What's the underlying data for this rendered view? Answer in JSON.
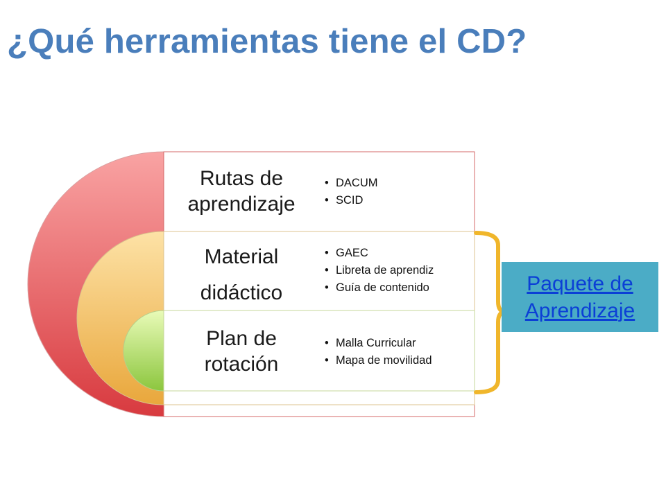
{
  "slide": {
    "title": "¿Qué herramientas tiene el CD?"
  },
  "diagram": {
    "layers": [
      {
        "label_lines": [
          "Rutas de",
          "aprendizaje"
        ],
        "bullets": [
          "DACUM",
          "SCID"
        ],
        "color": "#e0454b"
      },
      {
        "label_lines": [
          "Material",
          "didáctico"
        ],
        "bullets": [
          "GAEC",
          "Libreta de aprendiz",
          "Guía de contenido"
        ],
        "color": "#f0b048"
      },
      {
        "label_lines": [
          "Plan de",
          "rotación"
        ],
        "bullets": [
          "Malla Curricular",
          "Mapa de movilidad"
        ],
        "color": "#a8d84c"
      }
    ],
    "bracket_color": "#f0b62b",
    "package": {
      "lines": [
        "Paquete de",
        "Aprendizaje"
      ],
      "background": "#4bacc6"
    }
  }
}
